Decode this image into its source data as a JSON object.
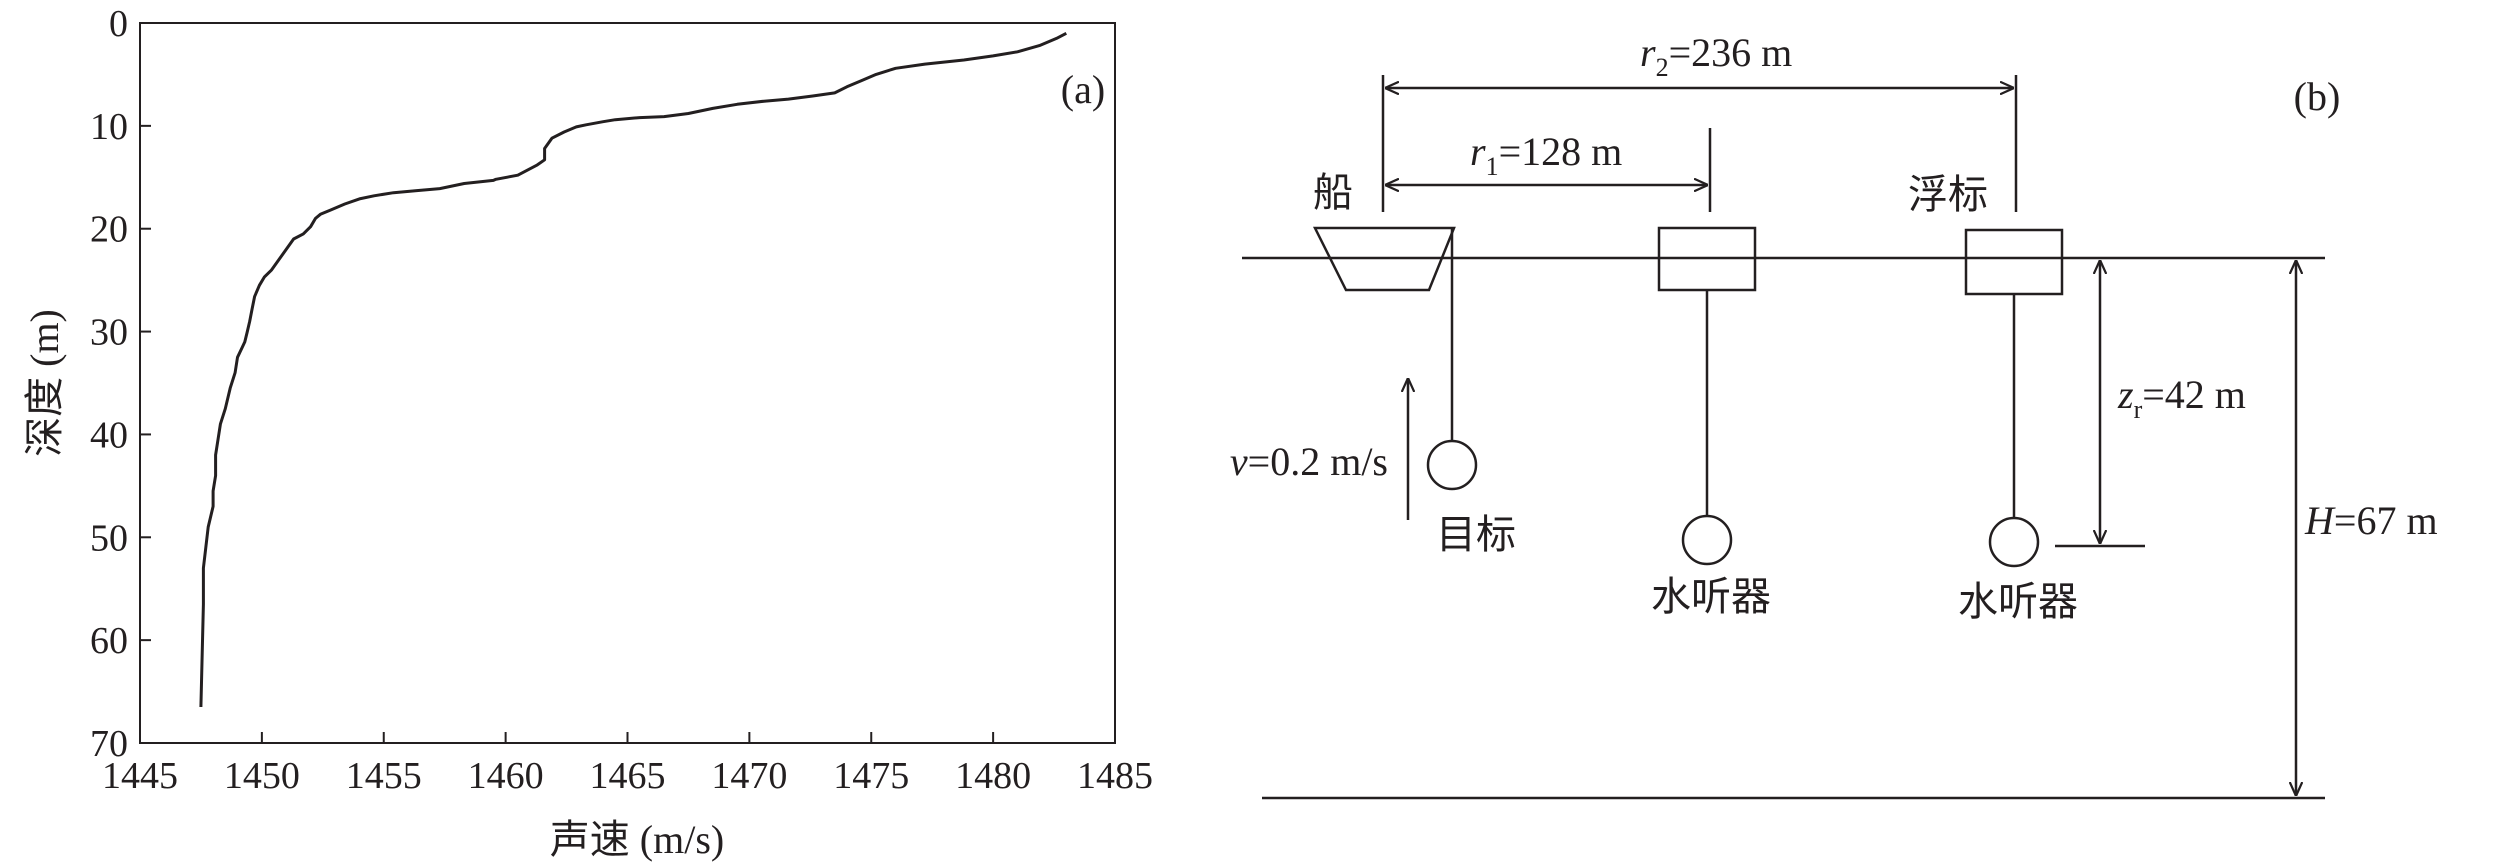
{
  "panel_a": {
    "label": "(a)",
    "xlabel": "声速 (m/s)",
    "ylabel": "深度 (m)"
  },
  "chart_data": {
    "type": "line",
    "title": "",
    "xlabel": "声速 (m/s)",
    "ylabel": "深度 (m)",
    "xlim": [
      1445,
      1485
    ],
    "ylim": [
      0,
      70
    ],
    "y_inverted": true,
    "grid": false,
    "xticks": [
      1445,
      1450,
      1455,
      1460,
      1465,
      1470,
      1475,
      1480,
      1485
    ],
    "yticks": [
      0,
      10,
      20,
      30,
      40,
      50,
      60,
      70
    ],
    "series": [
      {
        "x": [
          1483.0,
          1482.6,
          1481.9,
          1481.0,
          1480.0,
          1478.8,
          1477.2,
          1476.0,
          1475.2,
          1474.6,
          1474.0,
          1473.5,
          1472.6,
          1471.6,
          1470.6,
          1469.5,
          1468.5,
          1467.5,
          1466.5,
          1465.5,
          1464.5,
          1464.0,
          1463.3,
          1462.9,
          1462.4,
          1461.9,
          1461.6,
          1461.6,
          1461.3,
          1460.5,
          1459.6,
          1459.5,
          1458.3,
          1457.3,
          1456.3,
          1455.4,
          1454.6,
          1454.0,
          1453.4,
          1452.8,
          1452.4,
          1452.2,
          1452.0,
          1451.7,
          1451.3,
          1451.0,
          1450.7,
          1450.4,
          1450.1,
          1449.9,
          1449.7,
          1449.6,
          1449.5,
          1449.4,
          1449.3,
          1449.2,
          1449.0,
          1448.9,
          1448.7,
          1448.5,
          1448.3,
          1448.2,
          1448.1,
          1448.1,
          1448.0,
          1448.0,
          1447.8,
          1447.7,
          1447.6,
          1447.6,
          1447.5
        ],
        "y": [
          1.0,
          1.5,
          2.2,
          2.8,
          3.2,
          3.6,
          4.0,
          4.4,
          5.0,
          5.6,
          6.2,
          6.8,
          7.1,
          7.4,
          7.6,
          7.9,
          8.3,
          8.8,
          9.1,
          9.2,
          9.4,
          9.6,
          9.9,
          10.1,
          10.6,
          11.2,
          12.2,
          13.3,
          13.8,
          14.8,
          15.2,
          15.3,
          15.6,
          16.1,
          16.3,
          16.5,
          16.8,
          17.1,
          17.6,
          18.2,
          18.6,
          19.0,
          19.8,
          20.5,
          21.0,
          22.0,
          23.0,
          24.0,
          24.7,
          25.5,
          26.6,
          27.8,
          29.0,
          30.0,
          31.0,
          31.5,
          32.5,
          34.0,
          35.5,
          37.5,
          39.0,
          40.5,
          42.0,
          44.0,
          45.5,
          47.0,
          49.0,
          51.0,
          53.0,
          56.5,
          66.5
        ]
      }
    ]
  },
  "panel_b": {
    "label": "(b)",
    "r2_var": "r",
    "r2_sub": "2",
    "r2_value": "=236 m",
    "r1_var": "r",
    "r1_sub": "1",
    "r1_value": "=128 m",
    "ship_label": "船",
    "buoy_label": "浮标",
    "speed_var": "v",
    "speed_value": "=0.2 m/s",
    "target_label": "目标",
    "hydrophone1_label": "水听器",
    "hydrophone2_label": "水听器",
    "zr_var": "z",
    "zr_sub": "r",
    "zr_value": "=42 m",
    "depth_var": "H",
    "depth_value": "=67 m"
  }
}
